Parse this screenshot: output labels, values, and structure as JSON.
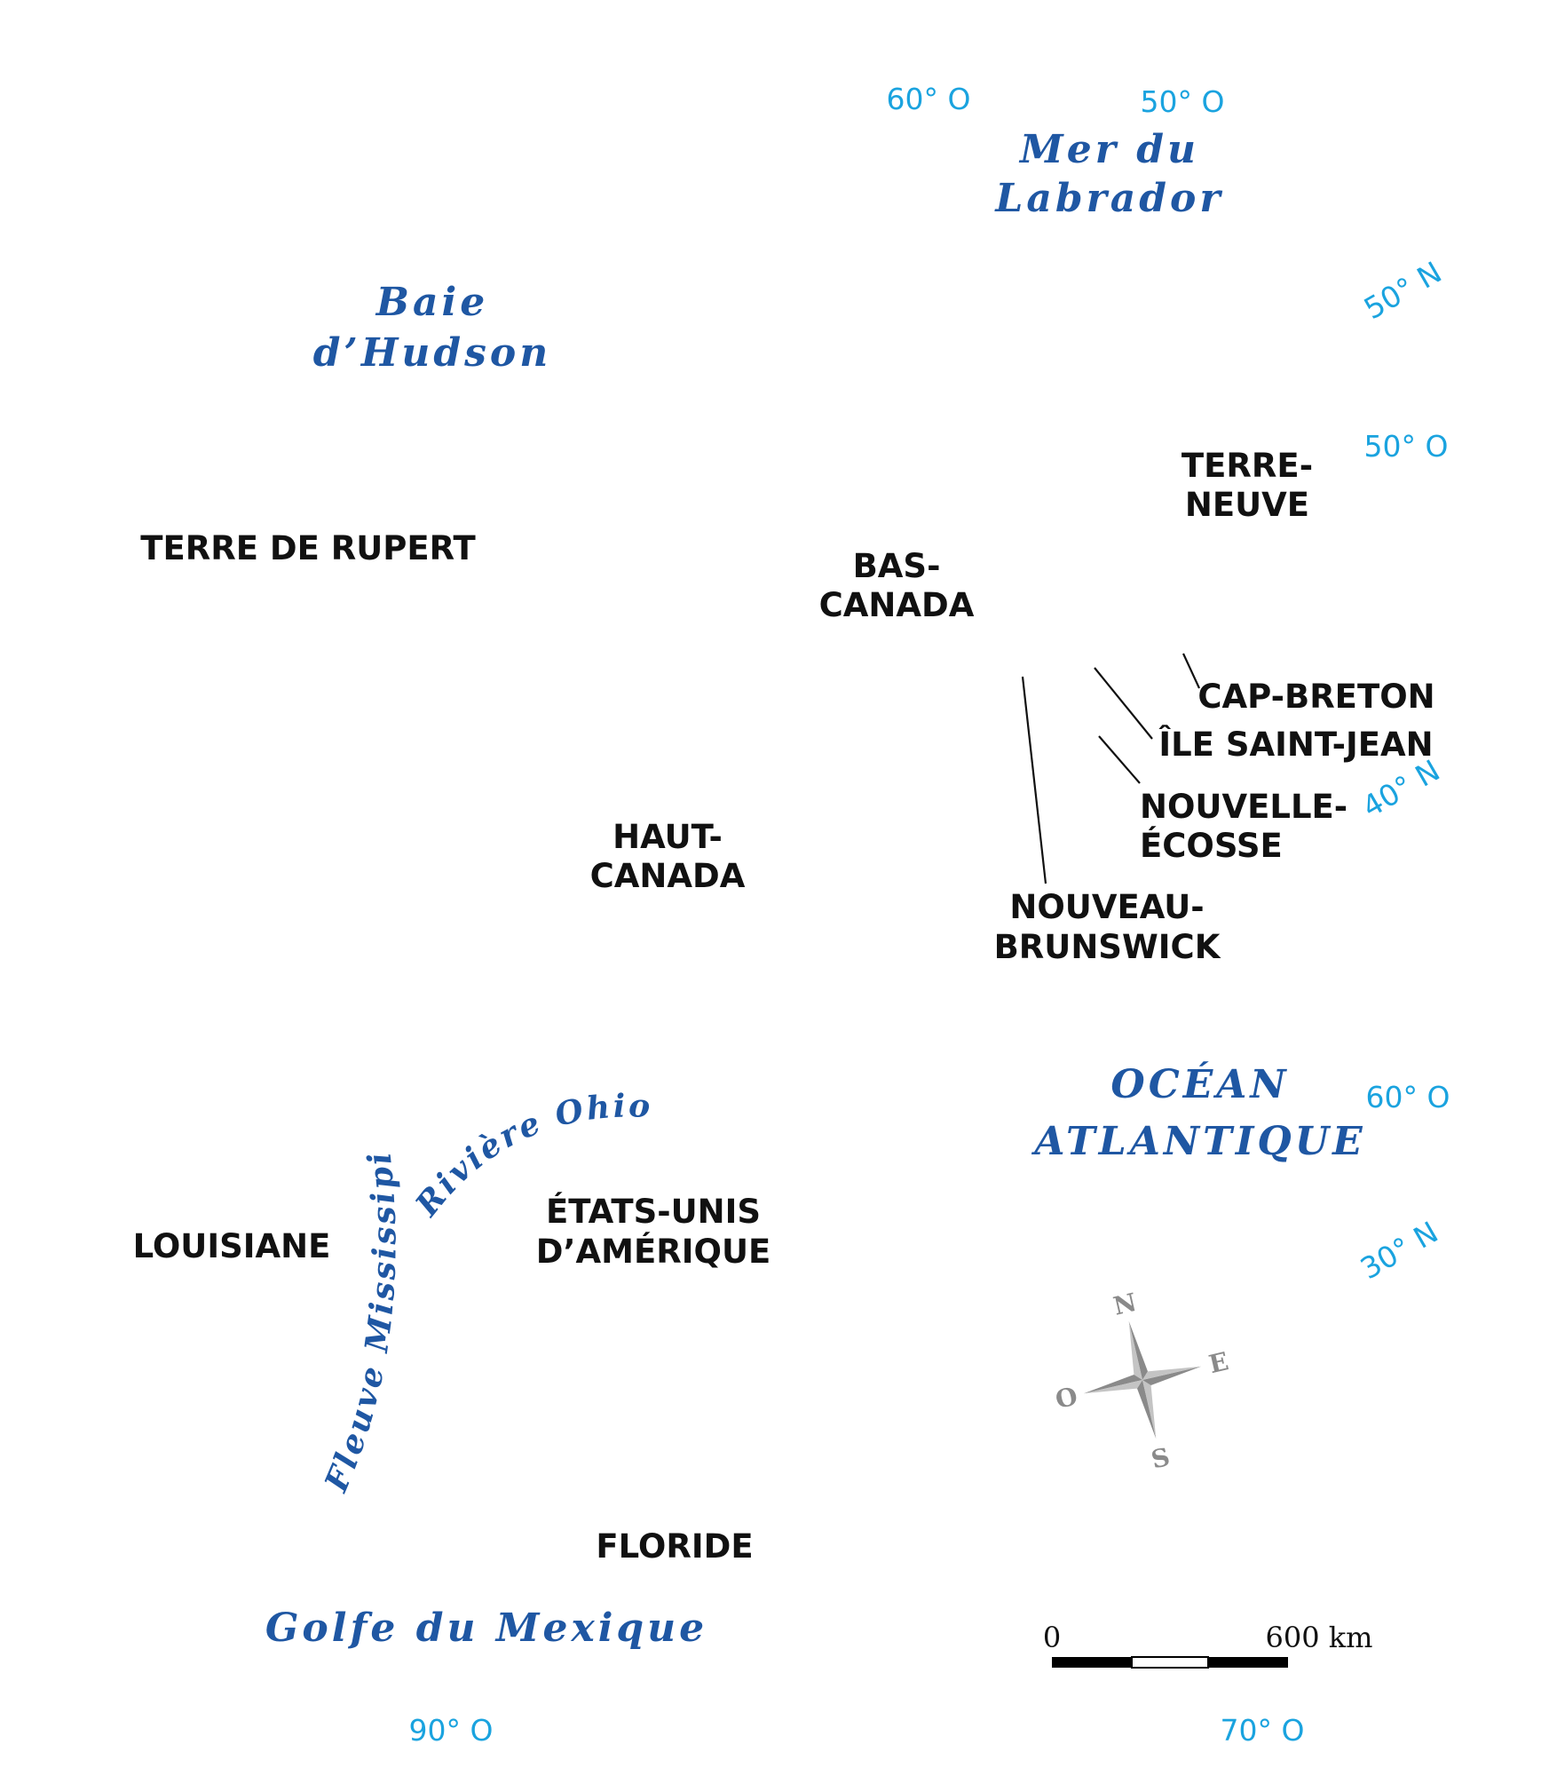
{
  "water_labels": {
    "labrador_line1": "Mer du",
    "labrador_line2": "Labrador",
    "hudson_line1": "Baie",
    "hudson_line2": "d’Hudson",
    "ocean_line1": "OCÉAN",
    "ocean_line2": "ATLANTIQUE",
    "gulf": "Golfe du Mexique"
  },
  "rivers": {
    "mississippi": "Fleuve Mississipi",
    "ohio": "Rivière Ohio"
  },
  "regions": {
    "rupert": "TERRE DE RUPERT",
    "terre_neuve_line1": "TERRE-",
    "terre_neuve_line2": "NEUVE",
    "bas_canada_line1": "BAS-",
    "bas_canada_line2": "CANADA",
    "cap_breton": "CAP-BRETON",
    "ile_saint_jean": "ÎLE SAINT-JEAN",
    "nouvelle_ecosse_line1": "NOUVELLE-",
    "nouvelle_ecosse_line2": "ÉCOSSE",
    "haut_canada_line1": "HAUT-",
    "haut_canada_line2": "CANADA",
    "nouveau_brunswick_line1": "NOUVEAU-",
    "nouveau_brunswick_line2": "BRUNSWICK",
    "usa_line1": "ÉTATS-UNIS",
    "usa_line2": "D’AMÉRIQUE",
    "louisiane": "LOUISIANE",
    "floride": "FLORIDE"
  },
  "graticule": {
    "lon_60_top": "60° O",
    "lon_50_top": "50° O",
    "lat_50_a": "50° N",
    "lon_50_right": "50° O",
    "lat_40": "40° N",
    "lon_60_right": "60° O",
    "lat_30": "30° N",
    "lon_90_bottom": "90° O",
    "lon_70_bottom": "70° O"
  },
  "compass": {
    "north": "N",
    "east": "E",
    "south": "S",
    "west": "O"
  },
  "scale_bar": {
    "start_label": "0",
    "end_label": "600 km"
  },
  "colors": {
    "water_label": "#1f57a3",
    "graticule_label": "#1aa3df",
    "region_label": "#111111",
    "compass": "#8a8a8a"
  }
}
